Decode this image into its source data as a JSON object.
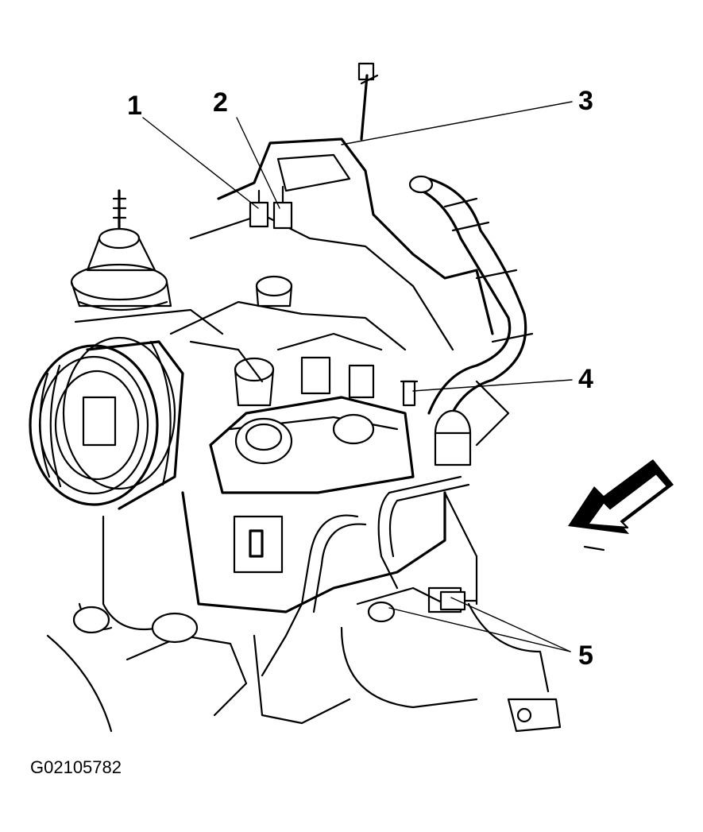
{
  "figure": {
    "id_text": "G02105782",
    "callouts": [
      {
        "label": "1"
      },
      {
        "label": "2"
      },
      {
        "label": "3"
      },
      {
        "label": "4"
      },
      {
        "label": "5"
      }
    ],
    "direction_arrow": "front-arrow-icon"
  }
}
